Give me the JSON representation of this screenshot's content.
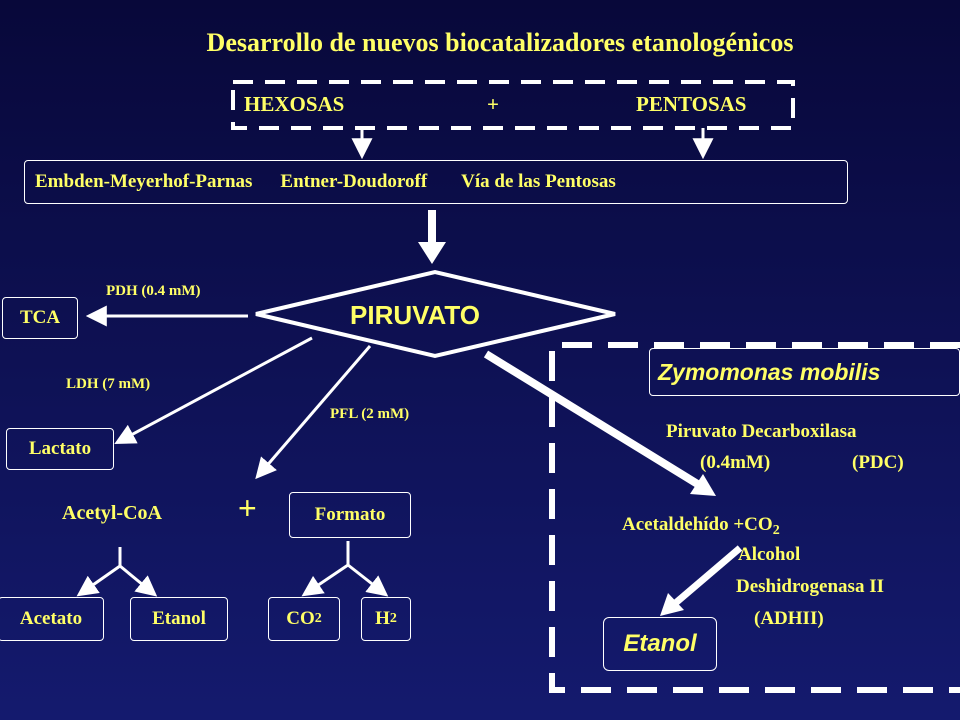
{
  "title": "Desarrollo de nuevos biocatalizadores etanologénicos",
  "sugars": {
    "hexosas": "HEXOSAS",
    "plus": "+",
    "pentosas": "PENTOSAS"
  },
  "pathways": {
    "emp": "Embden-Meyerhof-Parnas",
    "ed": "Entner-Doudoroff",
    "pentose": "Vía de las Pentosas"
  },
  "piruvato": "PIRUVATO",
  "enzymes": {
    "pdh": "PDH (0.4 mM)",
    "ldh": "LDH (7 mM)",
    "pfl": "PFL (2 mM)"
  },
  "products": {
    "tca": "TCA",
    "lactato": "Lactato",
    "acetyl_coa": "Acetyl-CoA",
    "plus": "+",
    "formato": "Formato",
    "acetato": "Acetato",
    "etanol": "Etanol",
    "co2_base": "CO",
    "co2_sub": "2",
    "h2_base": "H",
    "h2_sub": "2"
  },
  "zymomonas": {
    "organism": "Zymomonas mobilis",
    "pdc_line1": "Piruvato Decarboxilasa",
    "pdc_line2_a": "(0.4mM)",
    "pdc_line2_b": "(PDC)",
    "acetaldehido": "Acetaldehído +CO",
    "acetaldehido_sub": "2",
    "adh_line1": "Alcohol",
    "adh_line2": "Deshidrogenasa II",
    "adh_line3": "(ADHII)",
    "etanol": "Etanol"
  }
}
